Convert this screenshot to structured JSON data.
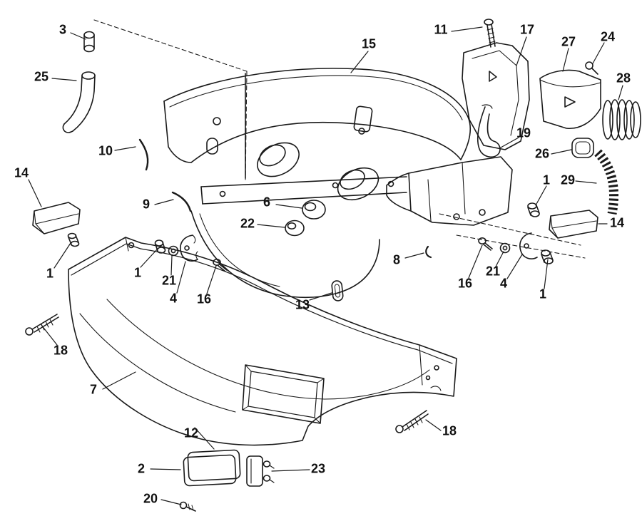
{
  "figure": {
    "type": "exploded-parts-diagram",
    "background_color": "#ffffff",
    "line_color": "#1a1a1a",
    "label_color": "#111111"
  },
  "callouts": [
    {
      "label": "3"
    },
    {
      "label": "11"
    },
    {
      "label": "17"
    },
    {
      "label": "24"
    },
    {
      "label": "27"
    },
    {
      "label": "15"
    },
    {
      "label": "25"
    },
    {
      "label": "28"
    },
    {
      "label": "19"
    },
    {
      "label": "10"
    },
    {
      "label": "26"
    },
    {
      "label": "14"
    },
    {
      "label": "1"
    },
    {
      "label": "29"
    },
    {
      "label": "6"
    },
    {
      "label": "9"
    },
    {
      "label": "14"
    },
    {
      "label": "22"
    },
    {
      "label": "8"
    },
    {
      "label": "21"
    },
    {
      "label": "1"
    },
    {
      "label": "1"
    },
    {
      "label": "21"
    },
    {
      "label": "16"
    },
    {
      "label": "4"
    },
    {
      "label": "1"
    },
    {
      "label": "4"
    },
    {
      "label": "16"
    },
    {
      "label": "13"
    },
    {
      "label": "18"
    },
    {
      "label": "7"
    },
    {
      "label": "12"
    },
    {
      "label": "18"
    },
    {
      "label": "2"
    },
    {
      "label": "23"
    },
    {
      "label": "20"
    }
  ]
}
